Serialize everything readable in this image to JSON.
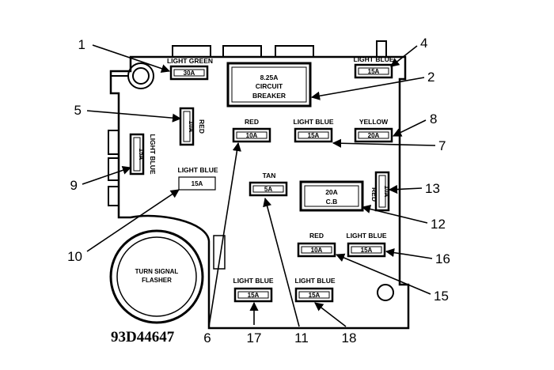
{
  "fuses": {
    "f1": {
      "color": "LIGHT GREEN",
      "rating": "30A"
    },
    "f4": {
      "color": "LIGHT BLUE",
      "rating": "15A"
    },
    "f5": {
      "color": "RED",
      "rating": "10A"
    },
    "f6": {
      "color": "RED",
      "rating": "10A"
    },
    "f7": {
      "color": "LIGHT BLUE",
      "rating": "15A"
    },
    "f8": {
      "color": "YELLOW",
      "rating": "20A"
    },
    "f9": {
      "color": "LIGHT BLUE",
      "rating": "15A"
    },
    "f10": {
      "color": "LIGHT BLUE",
      "rating": "15A"
    },
    "f11": {
      "color": "TAN",
      "rating": "5A"
    },
    "f13": {
      "color": "RED",
      "rating": "10A"
    },
    "f15": {
      "color": "RED",
      "rating": "10A"
    },
    "f16": {
      "color": "LIGHT BLUE",
      "rating": "15A"
    },
    "f17": {
      "color": "LIGHT BLUE",
      "rating": "15A"
    },
    "f18": {
      "color": "LIGHT BLUE",
      "rating": "15A"
    }
  },
  "breaker_main": {
    "line1": "8.25A",
    "line2": "CIRCUIT",
    "line3": "BREAKER"
  },
  "breaker_cb": {
    "line1": "20A",
    "line2": "C.B"
  },
  "flasher": {
    "line1": "TURN SIGNAL",
    "line2": "FLASHER"
  },
  "callouts": [
    "1",
    "2",
    "4",
    "5",
    "6",
    "7",
    "8",
    "9",
    "10",
    "11",
    "12",
    "13",
    "15",
    "16",
    "17",
    "18"
  ],
  "figure_id": "93D44647"
}
